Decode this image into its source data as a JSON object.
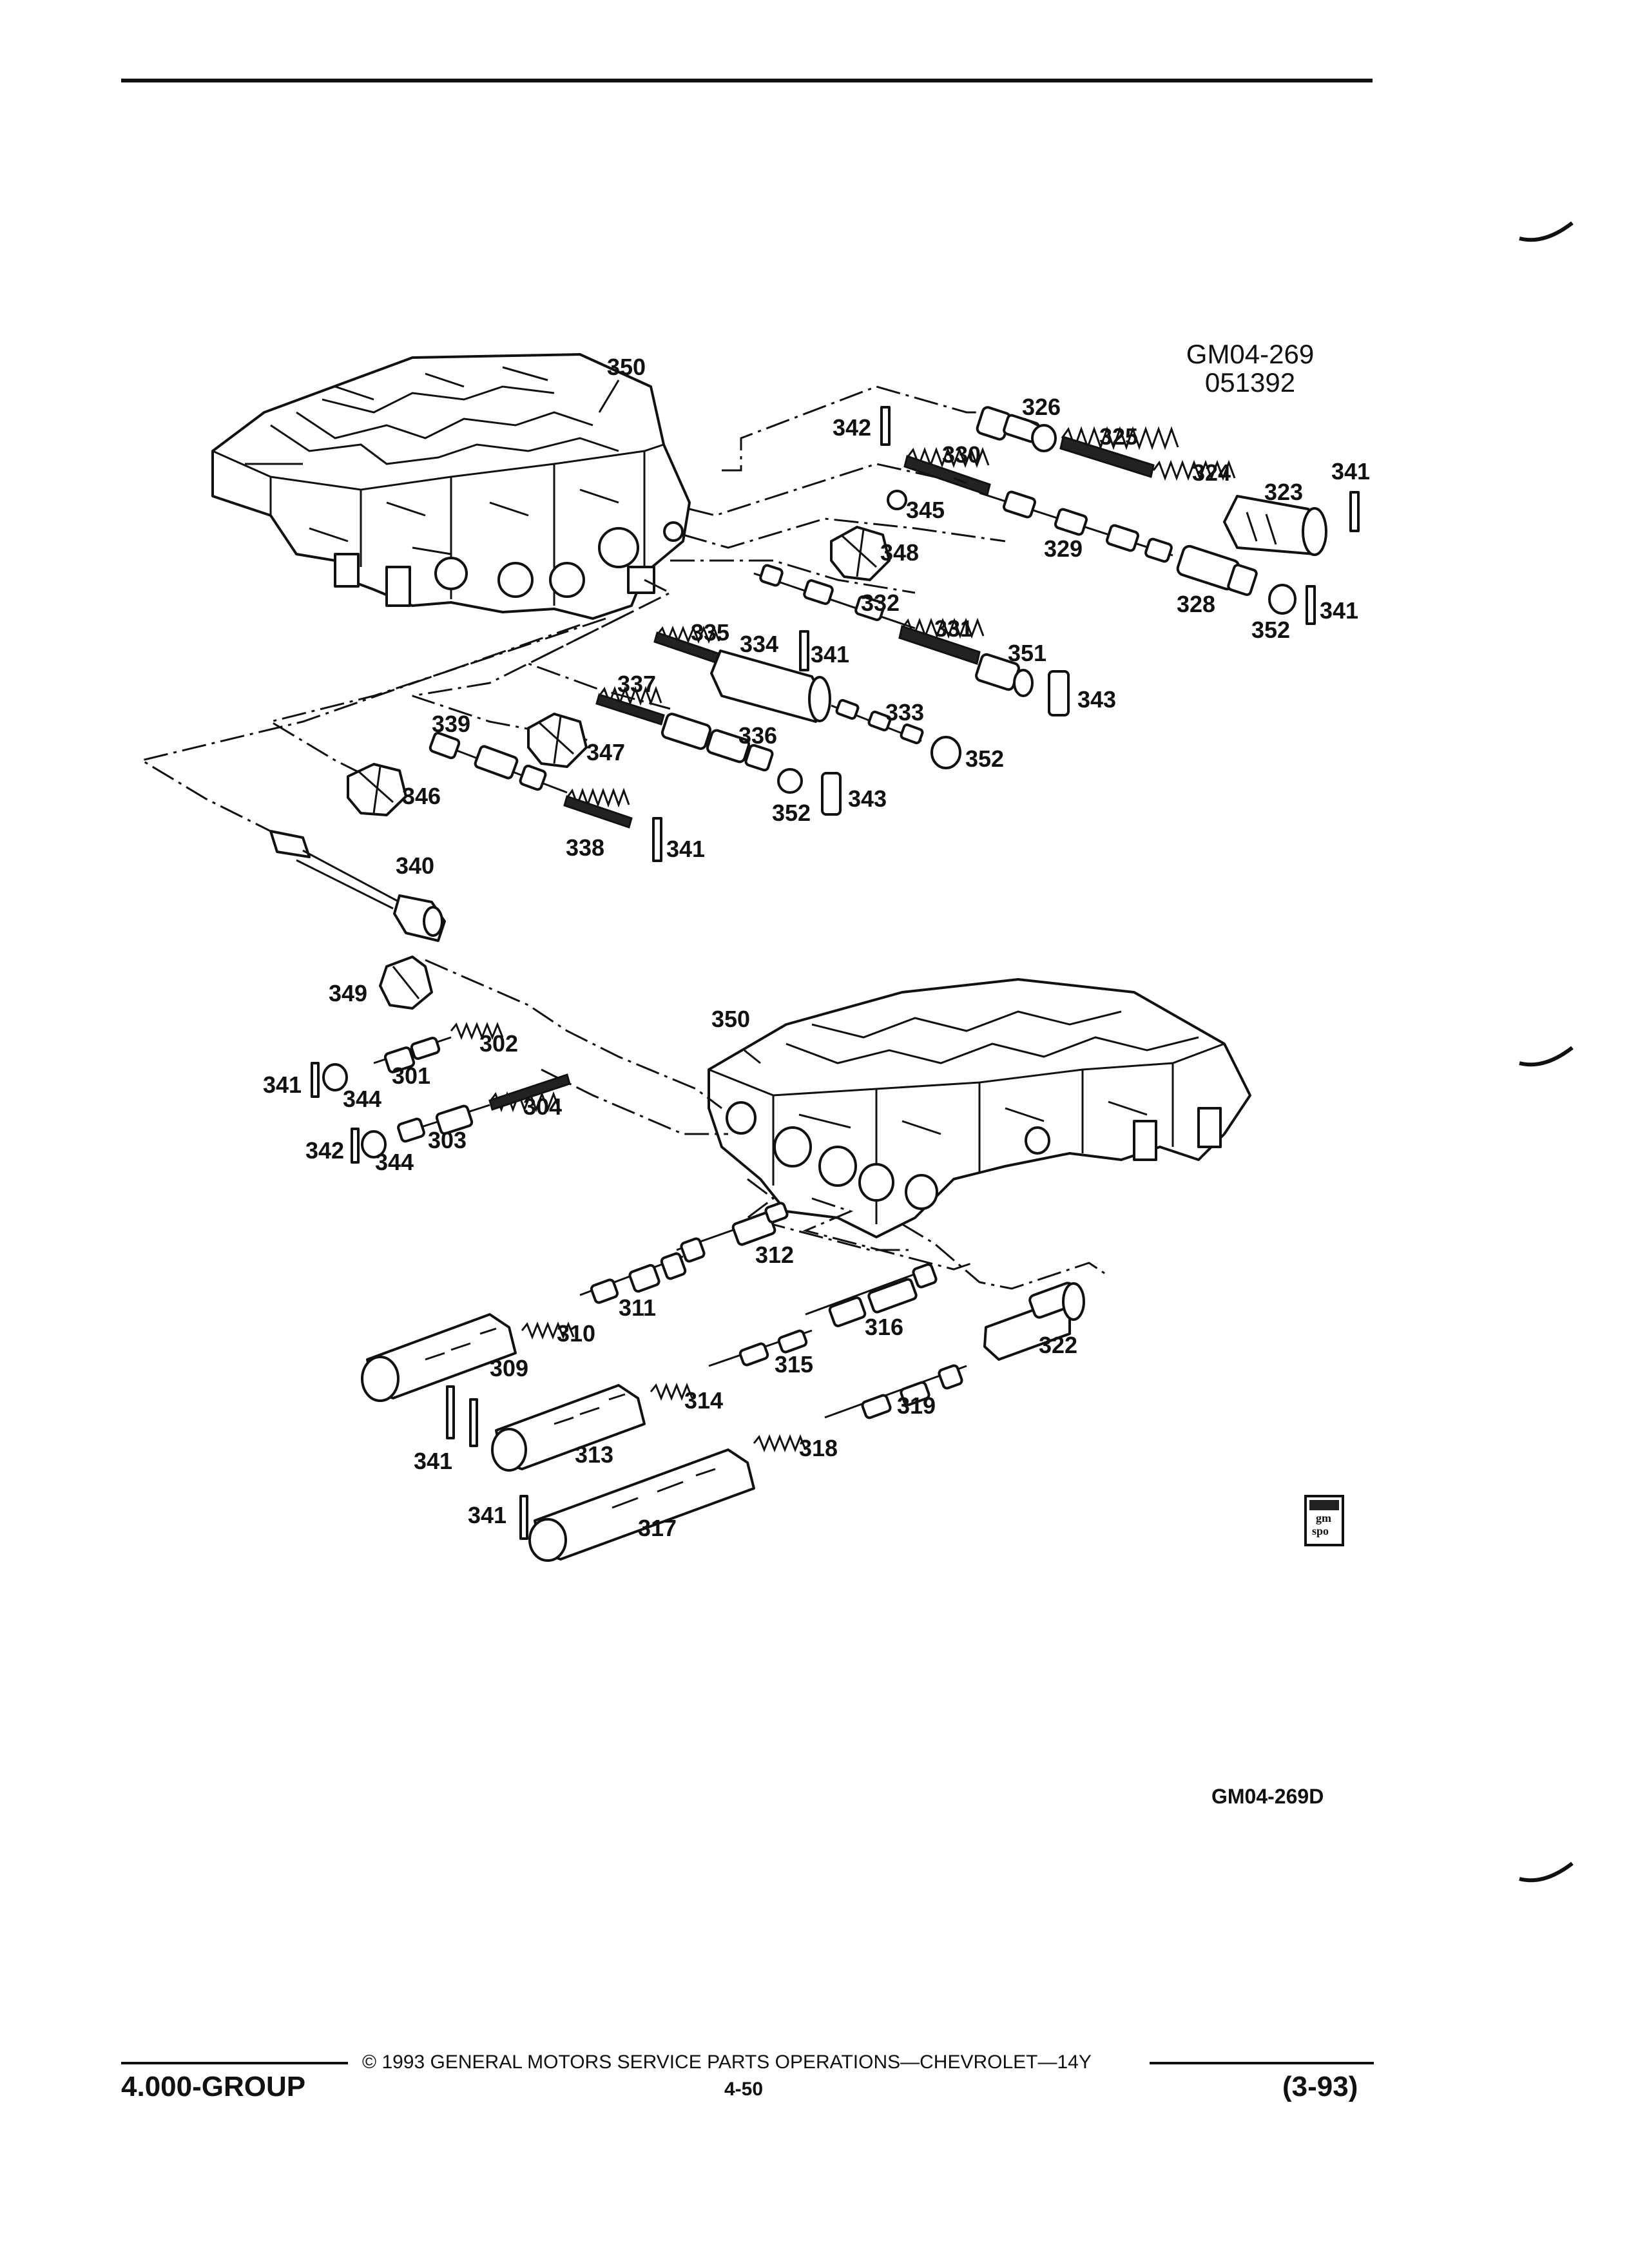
{
  "header": {
    "figure_code": "GM04-269",
    "date_code": "051392"
  },
  "callouts": {
    "c350_top": "350",
    "c342_top": "342",
    "c326": "326",
    "c325": "325",
    "c330": "330",
    "c324": "324",
    "c323": "323",
    "c341_r1": "341",
    "c345": "345",
    "c348": "348",
    "c329": "329",
    "c328": "328",
    "c352_r": "352",
    "c341_r2": "341",
    "c332": "332",
    "c335": "335",
    "c334": "334",
    "c341_m": "341",
    "c331": "331",
    "c351": "351",
    "c343_r": "343",
    "c337": "337",
    "c333": "333",
    "c339": "339",
    "c336": "336",
    "c347": "347",
    "c352_m": "352",
    "c346": "346",
    "c352_b": "352",
    "c343_b": "343",
    "c338": "338",
    "c341_l": "341",
    "c340": "340",
    "c349": "349",
    "c302": "302",
    "c350_bot": "350",
    "c341_b1": "341",
    "c301": "301",
    "c344_a": "344",
    "c304": "304",
    "c342_b": "342",
    "c303": "303",
    "c344_b": "344",
    "c312": "312",
    "c311": "311",
    "c316": "316",
    "c310": "310",
    "c322": "322",
    "c309": "309",
    "c315": "315",
    "c314": "314",
    "c319": "319",
    "c341_b2": "341",
    "c313": "313",
    "c318": "318",
    "c341_b3": "341",
    "c317": "317"
  },
  "badge": {
    "top": "gm",
    "bottom": "spo"
  },
  "figure_id": "GM04-269D",
  "footer": {
    "copyright": "© 1993 GENERAL MOTORS SERVICE PARTS OPERATIONS—CHEVROLET—14Y",
    "group": "4.000-GROUP",
    "page": "4-50",
    "revision": "(3-93)"
  }
}
